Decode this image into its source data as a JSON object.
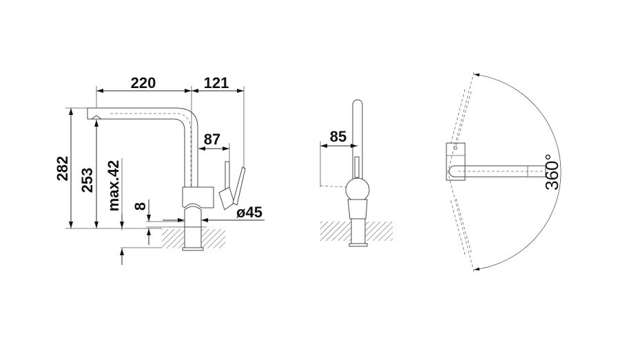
{
  "diagram": {
    "front_view": {
      "width_spout": "220",
      "width_lever": "121",
      "lever_offset": "87",
      "total_height": "282",
      "outlet_height": "253",
      "max_counter_thickness": "max.42",
      "base_height": "8",
      "base_diameter": "ø45"
    },
    "side_view": {
      "lever_depth": "85"
    },
    "top_view": {
      "rotation": "360°"
    }
  }
}
